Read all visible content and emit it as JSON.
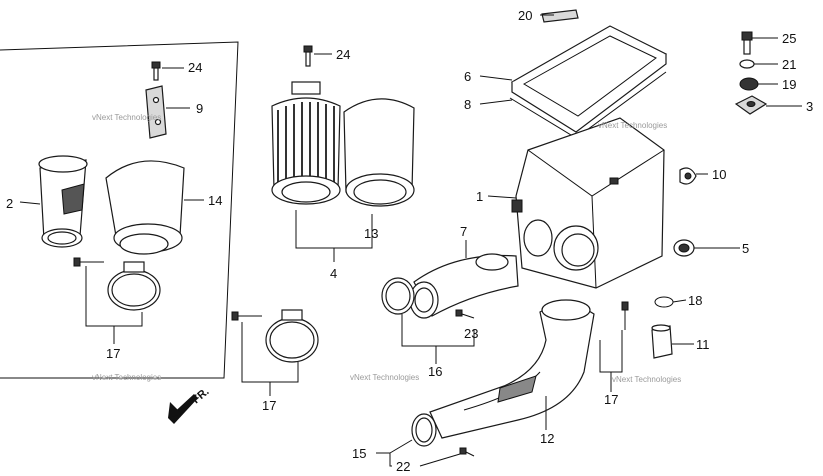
{
  "callouts": {
    "c1": "1",
    "c2": "2",
    "c3": "3",
    "c4": "4",
    "c5": "5",
    "c6": "6",
    "c7": "7",
    "c8": "8",
    "c9": "9",
    "c10": "10",
    "c11": "11",
    "c12": "12",
    "c13": "13",
    "c14": "14",
    "c15": "15",
    "c16": "16",
    "c17a": "17",
    "c17b": "17",
    "c17c": "17",
    "c18": "18",
    "c19": "19",
    "c20": "20",
    "c21": "21",
    "c22": "22",
    "c23": "23",
    "c24a": "24",
    "c24b": "24",
    "c25": "25"
  },
  "watermark": "vNext Technologies",
  "direction_label": "FR."
}
